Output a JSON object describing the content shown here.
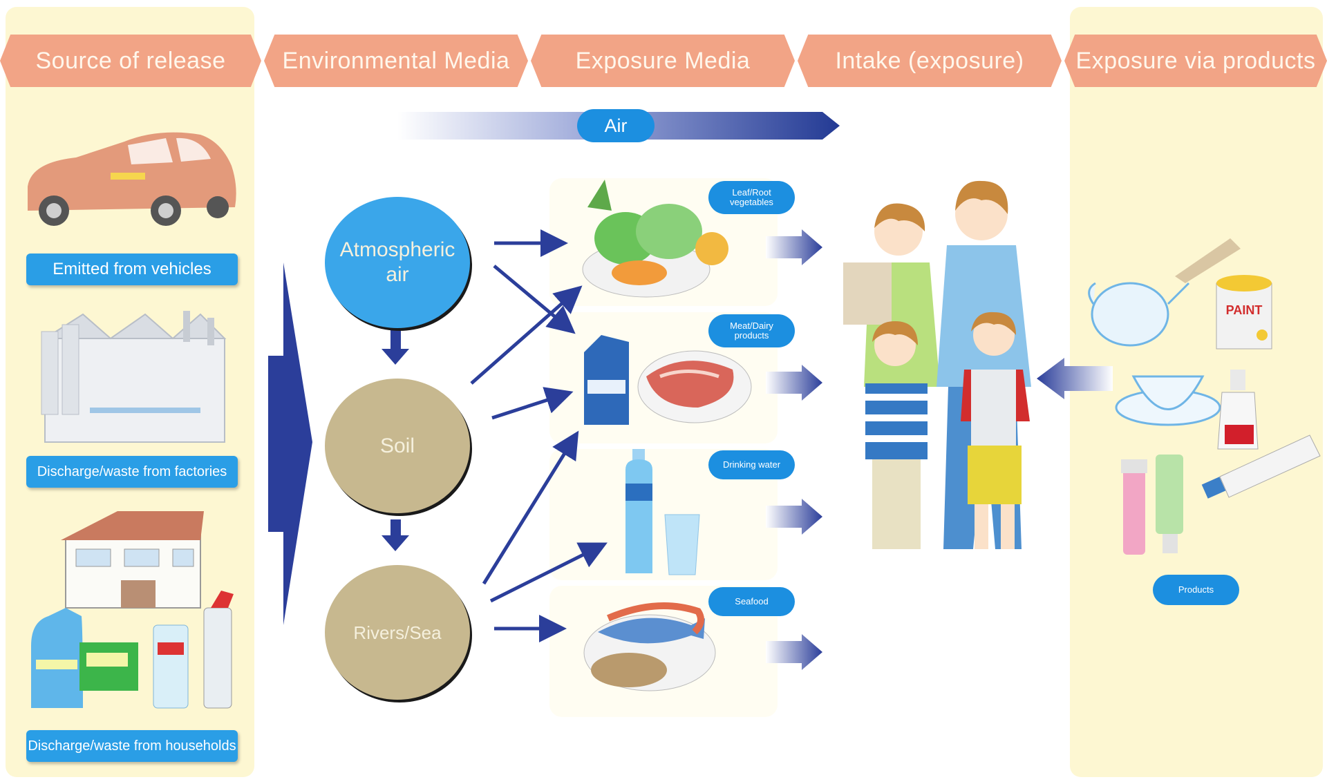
{
  "headers": [
    "Source of release",
    "Environmental Media",
    "Exposure Media",
    "Intake (exposure)",
    "Exposure via products"
  ],
  "air_label": "Air",
  "sources": [
    "Emitted from vehicles",
    "Discharge/waste from factories",
    "Discharge/waste from households"
  ],
  "media": [
    "Atmospheric air",
    "Soil",
    "Rivers/Sea"
  ],
  "exposure_media": [
    "Leaf/Root vegetables",
    "Meat/Dairy products",
    "Drinking water",
    "Seafood"
  ],
  "products_label": "Products",
  "paint_label": "PAINT",
  "colors": {
    "header": "#f2a486",
    "panel": "#fdf7d2",
    "blue": "#2a9ee6",
    "arrow": "#2b3e9a",
    "air_circle": "#3aa6ea",
    "soil_circle": "#c7b88f"
  }
}
